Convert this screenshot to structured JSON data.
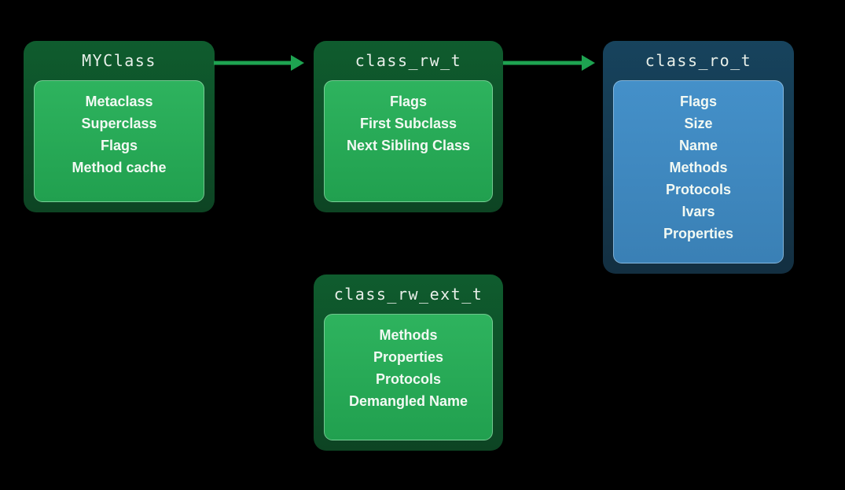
{
  "diagram": {
    "nodes": [
      {
        "id": "myclass",
        "title": "MYClass",
        "theme": "green",
        "fields": [
          "Metaclass",
          "Superclass",
          "Flags",
          "Method cache"
        ]
      },
      {
        "id": "class_rw_t",
        "title": "class_rw_t",
        "theme": "green",
        "fields": [
          "Flags",
          "First Subclass",
          "Next Sibling Class"
        ]
      },
      {
        "id": "class_ro_t",
        "title": "class_ro_t",
        "theme": "blue",
        "fields": [
          "Flags",
          "Size",
          "Name",
          "Methods",
          "Protocols",
          "Ivars",
          "Properties"
        ]
      },
      {
        "id": "class_rw_ext_t",
        "title": "class_rw_ext_t",
        "theme": "green",
        "fields": [
          "Methods",
          "Properties",
          "Protocols",
          "Demangled Name"
        ]
      }
    ],
    "edges": [
      {
        "from": "MYClass",
        "to": "class_rw_t"
      },
      {
        "from": "class_rw_t",
        "to": "class_ro_t"
      }
    ]
  },
  "colors": {
    "background": "#000000",
    "green_outer_top": "#0f5c2e",
    "green_outer_bottom": "#0d4423",
    "green_inner_top": "#2eb35e",
    "green_inner_bottom": "#21a04f",
    "blue_outer_top": "#17435d",
    "blue_outer_bottom": "#132f41",
    "blue_inner_top": "#4490c9",
    "blue_inner_bottom": "#3a80b5",
    "arrow": "#1ea351",
    "title_text": "#e8efe9",
    "field_text": "#f2f9f3"
  }
}
